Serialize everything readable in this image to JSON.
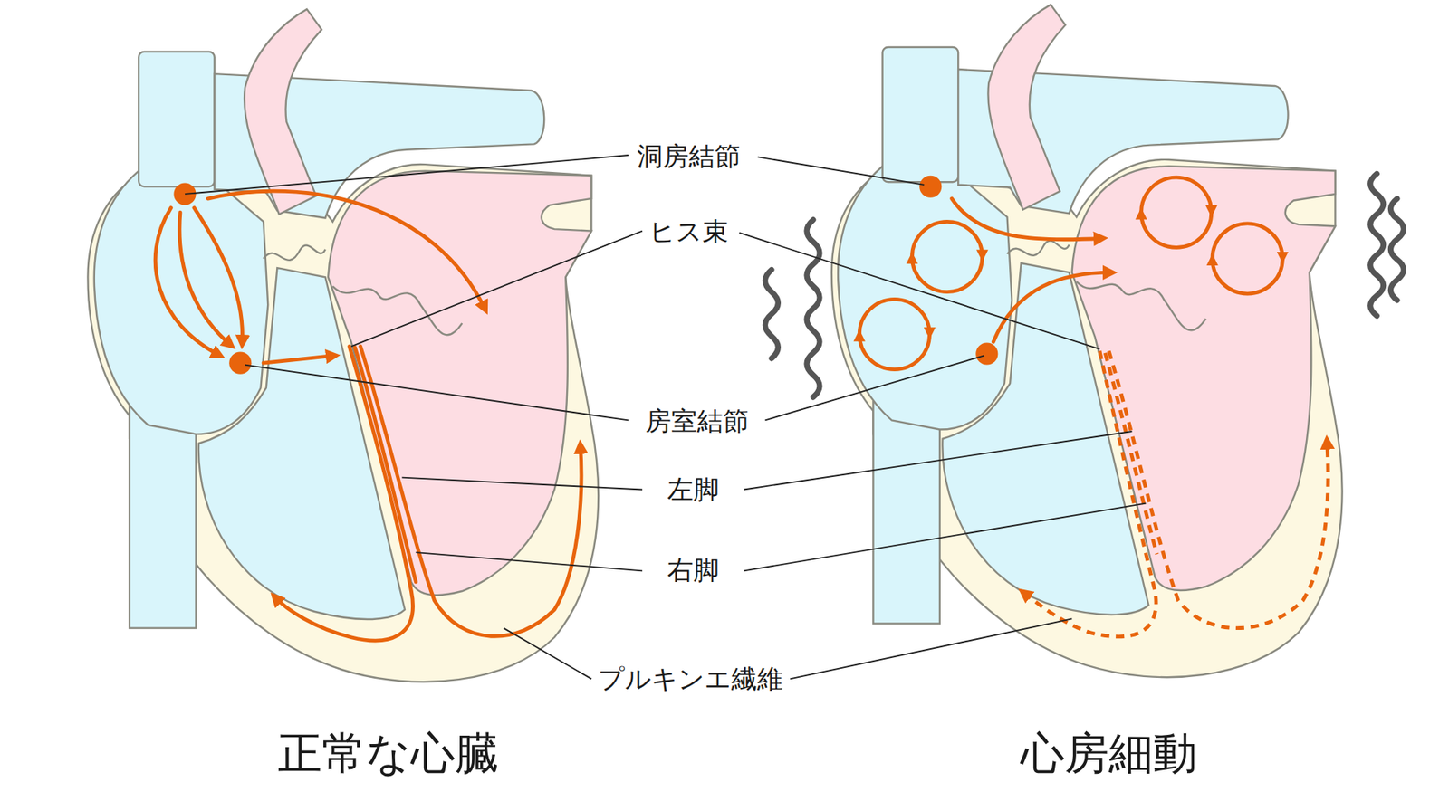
{
  "diagram": {
    "labels": [
      "洞房結節",
      "ヒス束",
      "房室結節",
      "左脚",
      "右脚",
      "プルキンエ繊維",
      "正常な心臓",
      "心房細動"
    ]
  }
}
